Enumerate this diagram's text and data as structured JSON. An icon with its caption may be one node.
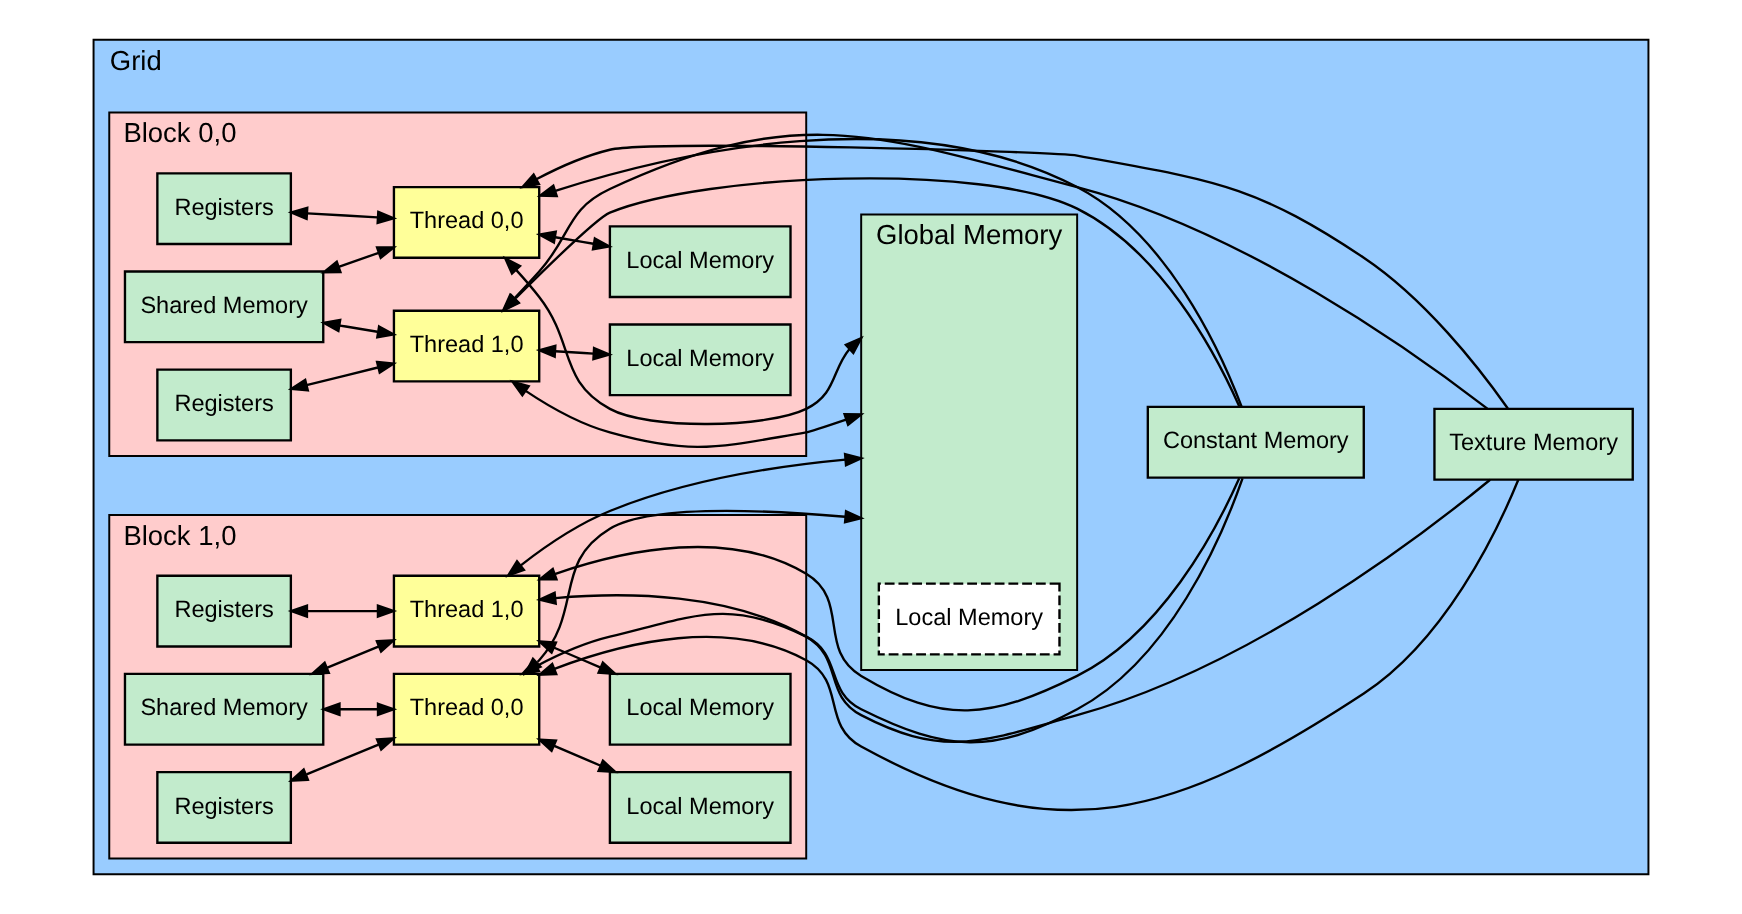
{
  "diagram": {
    "nodes": [
      {
        "text": [
          "Grid"
        ]
      },
      {
        "text": [
          "Block 0,0"
        ],
        "in": 0
      },
      {
        "text": [
          "Shared Memory"
        ],
        "in": 1
      },
      {
        "text": [
          "Thread 0,0"
        ],
        "in": 1
      },
      {
        "text": [
          "Registers"
        ],
        "in": 1
      },
      {
        "text": [
          "Local Memory"
        ],
        "in": 1
      },
      {
        "text": [
          "Thread 1,0"
        ],
        "in": 1
      },
      {
        "text": [
          "Registers"
        ],
        "in": 1
      },
      {
        "text": [
          "Local Memory"
        ],
        "in": 1
      },
      {
        "text": [
          "Block 1,0"
        ],
        "in": 0
      },
      {
        "text": [
          "Shared Memory"
        ],
        "in": 9
      },
      {
        "text": [
          "Thread 0,0"
        ],
        "in": 9
      },
      {
        "text": [
          "Registers"
        ],
        "in": 9
      },
      {
        "text": [
          "Local Memory"
        ],
        "in": 9
      },
      {
        "text": [
          "Thread 1,0"
        ],
        "in": 9
      },
      {
        "text": [
          "Registers"
        ],
        "in": 9
      },
      {
        "text": [
          "Local Memory"
        ],
        "in": 9
      },
      {
        "text": [
          "Global Memory"
        ],
        "in": 0
      },
      {
        "text": [
          "Local Memory"
        ],
        "in": 17
      },
      {
        "text": [
          "Constant Memory"
        ],
        "in": 0
      },
      {
        "text": [
          "Texture Memory"
        ],
        "in": 0
      }
    ],
    "edges": [
      {
        "from": 2,
        "to": 3,
        "arrow": "both"
      },
      {
        "from": 4,
        "to": 3,
        "arrow": "both"
      },
      {
        "from": 3,
        "to": 5,
        "arrow": "both"
      },
      {
        "from": 20,
        "to": 3,
        "arrow": "to"
      },
      {
        "from": 19,
        "to": 3,
        "arrow": "to"
      },
      {
        "from": 3,
        "to": 17,
        "arrow": "both"
      },
      {
        "from": 2,
        "to": 6,
        "arrow": "both"
      },
      {
        "from": 7,
        "to": 6,
        "arrow": "both"
      },
      {
        "from": 6,
        "to": 8,
        "arrow": "both"
      },
      {
        "from": 20,
        "to": 6,
        "arrow": "to"
      },
      {
        "from": 19,
        "to": 6,
        "arrow": "to"
      },
      {
        "from": 6,
        "to": 17,
        "arrow": "both"
      },
      {
        "from": 10,
        "to": 11,
        "arrow": "both"
      },
      {
        "from": 12,
        "to": 11,
        "arrow": "both"
      },
      {
        "from": 11,
        "to": 13,
        "arrow": "both"
      },
      {
        "from": 20,
        "to": 11,
        "arrow": "to"
      },
      {
        "from": 19,
        "to": 11,
        "arrow": "to"
      },
      {
        "from": 11,
        "to": 17,
        "arrow": "both"
      },
      {
        "from": 10,
        "to": 14,
        "arrow": "both"
      },
      {
        "from": 15,
        "to": 14,
        "arrow": "both"
      },
      {
        "from": 14,
        "to": 16,
        "arrow": "both"
      },
      {
        "from": 20,
        "to": 14,
        "arrow": "to"
      },
      {
        "from": 19,
        "to": 14,
        "arrow": "to"
      },
      {
        "from": 14,
        "to": 17,
        "arrow": "both"
      }
    ]
  }
}
